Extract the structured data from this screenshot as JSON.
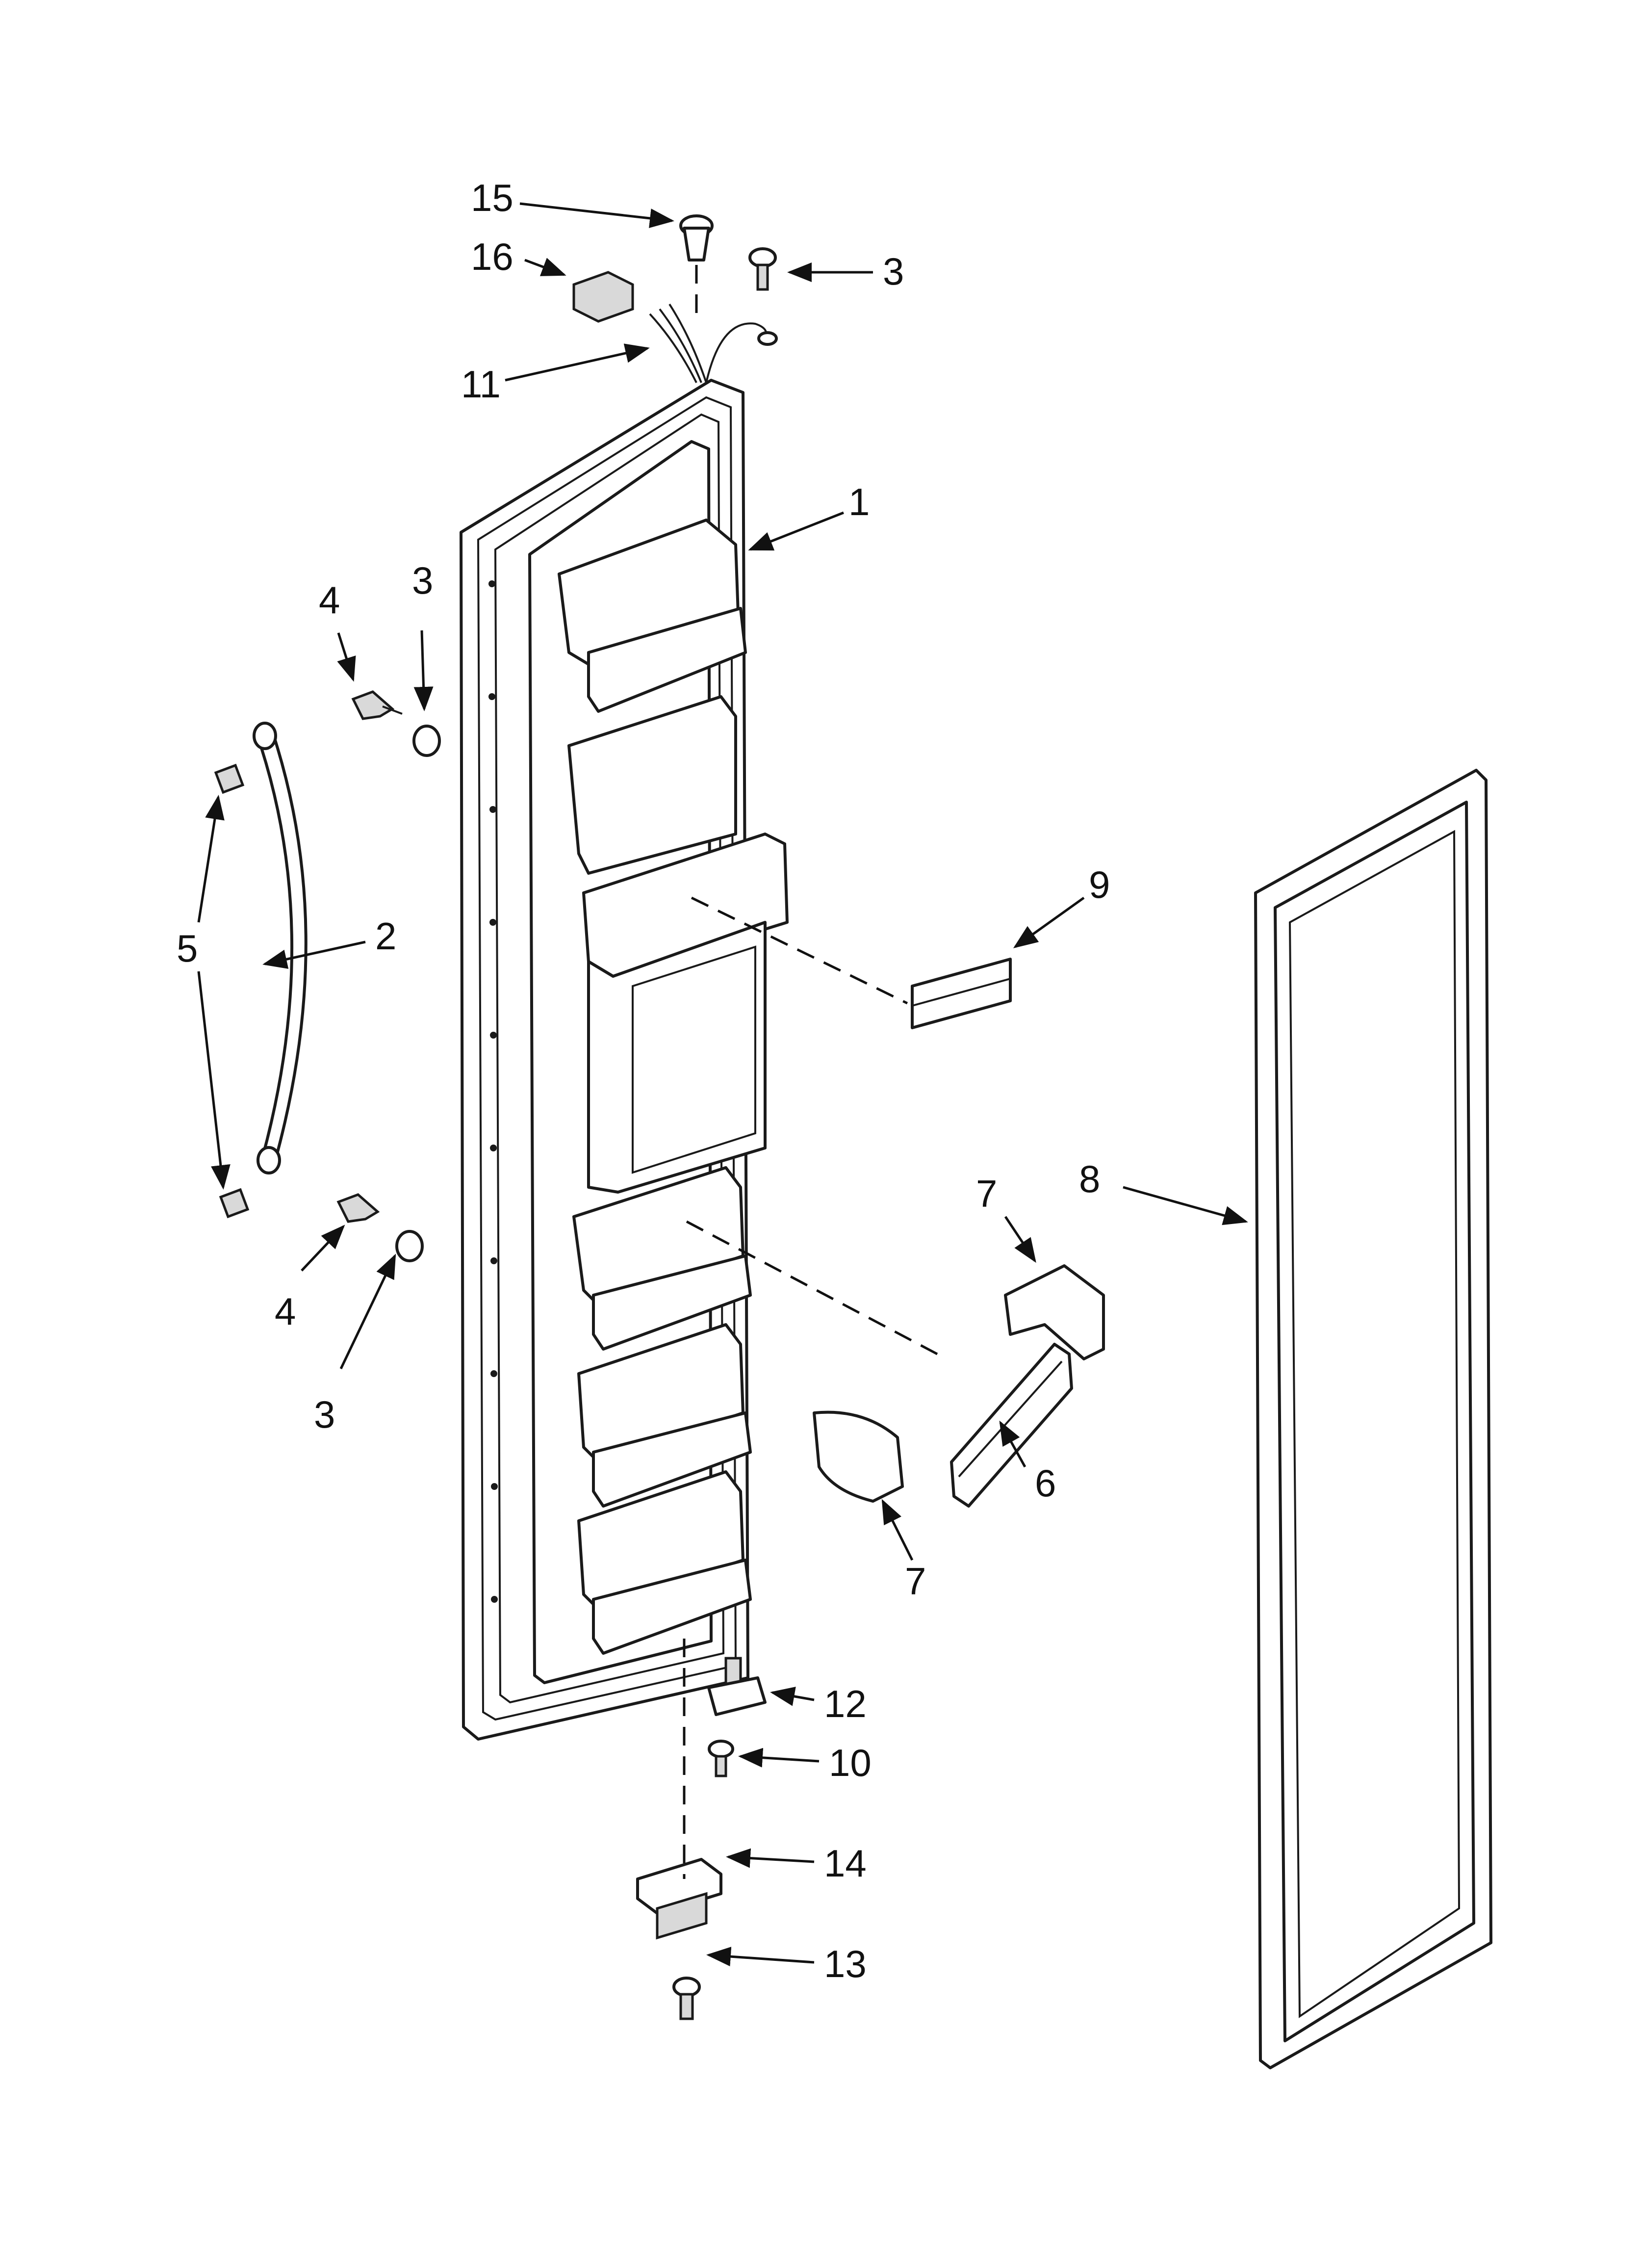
{
  "diagram": {
    "type": "exploded-parts-diagram",
    "callouts": [
      "15",
      "16",
      "3",
      "11",
      "1",
      "4",
      "3",
      "2",
      "5",
      "9",
      "8",
      "7",
      "4",
      "3",
      "6",
      "7",
      "12",
      "10",
      "14",
      "13"
    ]
  },
  "colors": {
    "line": "#1a1a1a",
    "background": "#ffffff",
    "shade": "#d9d9d9"
  }
}
